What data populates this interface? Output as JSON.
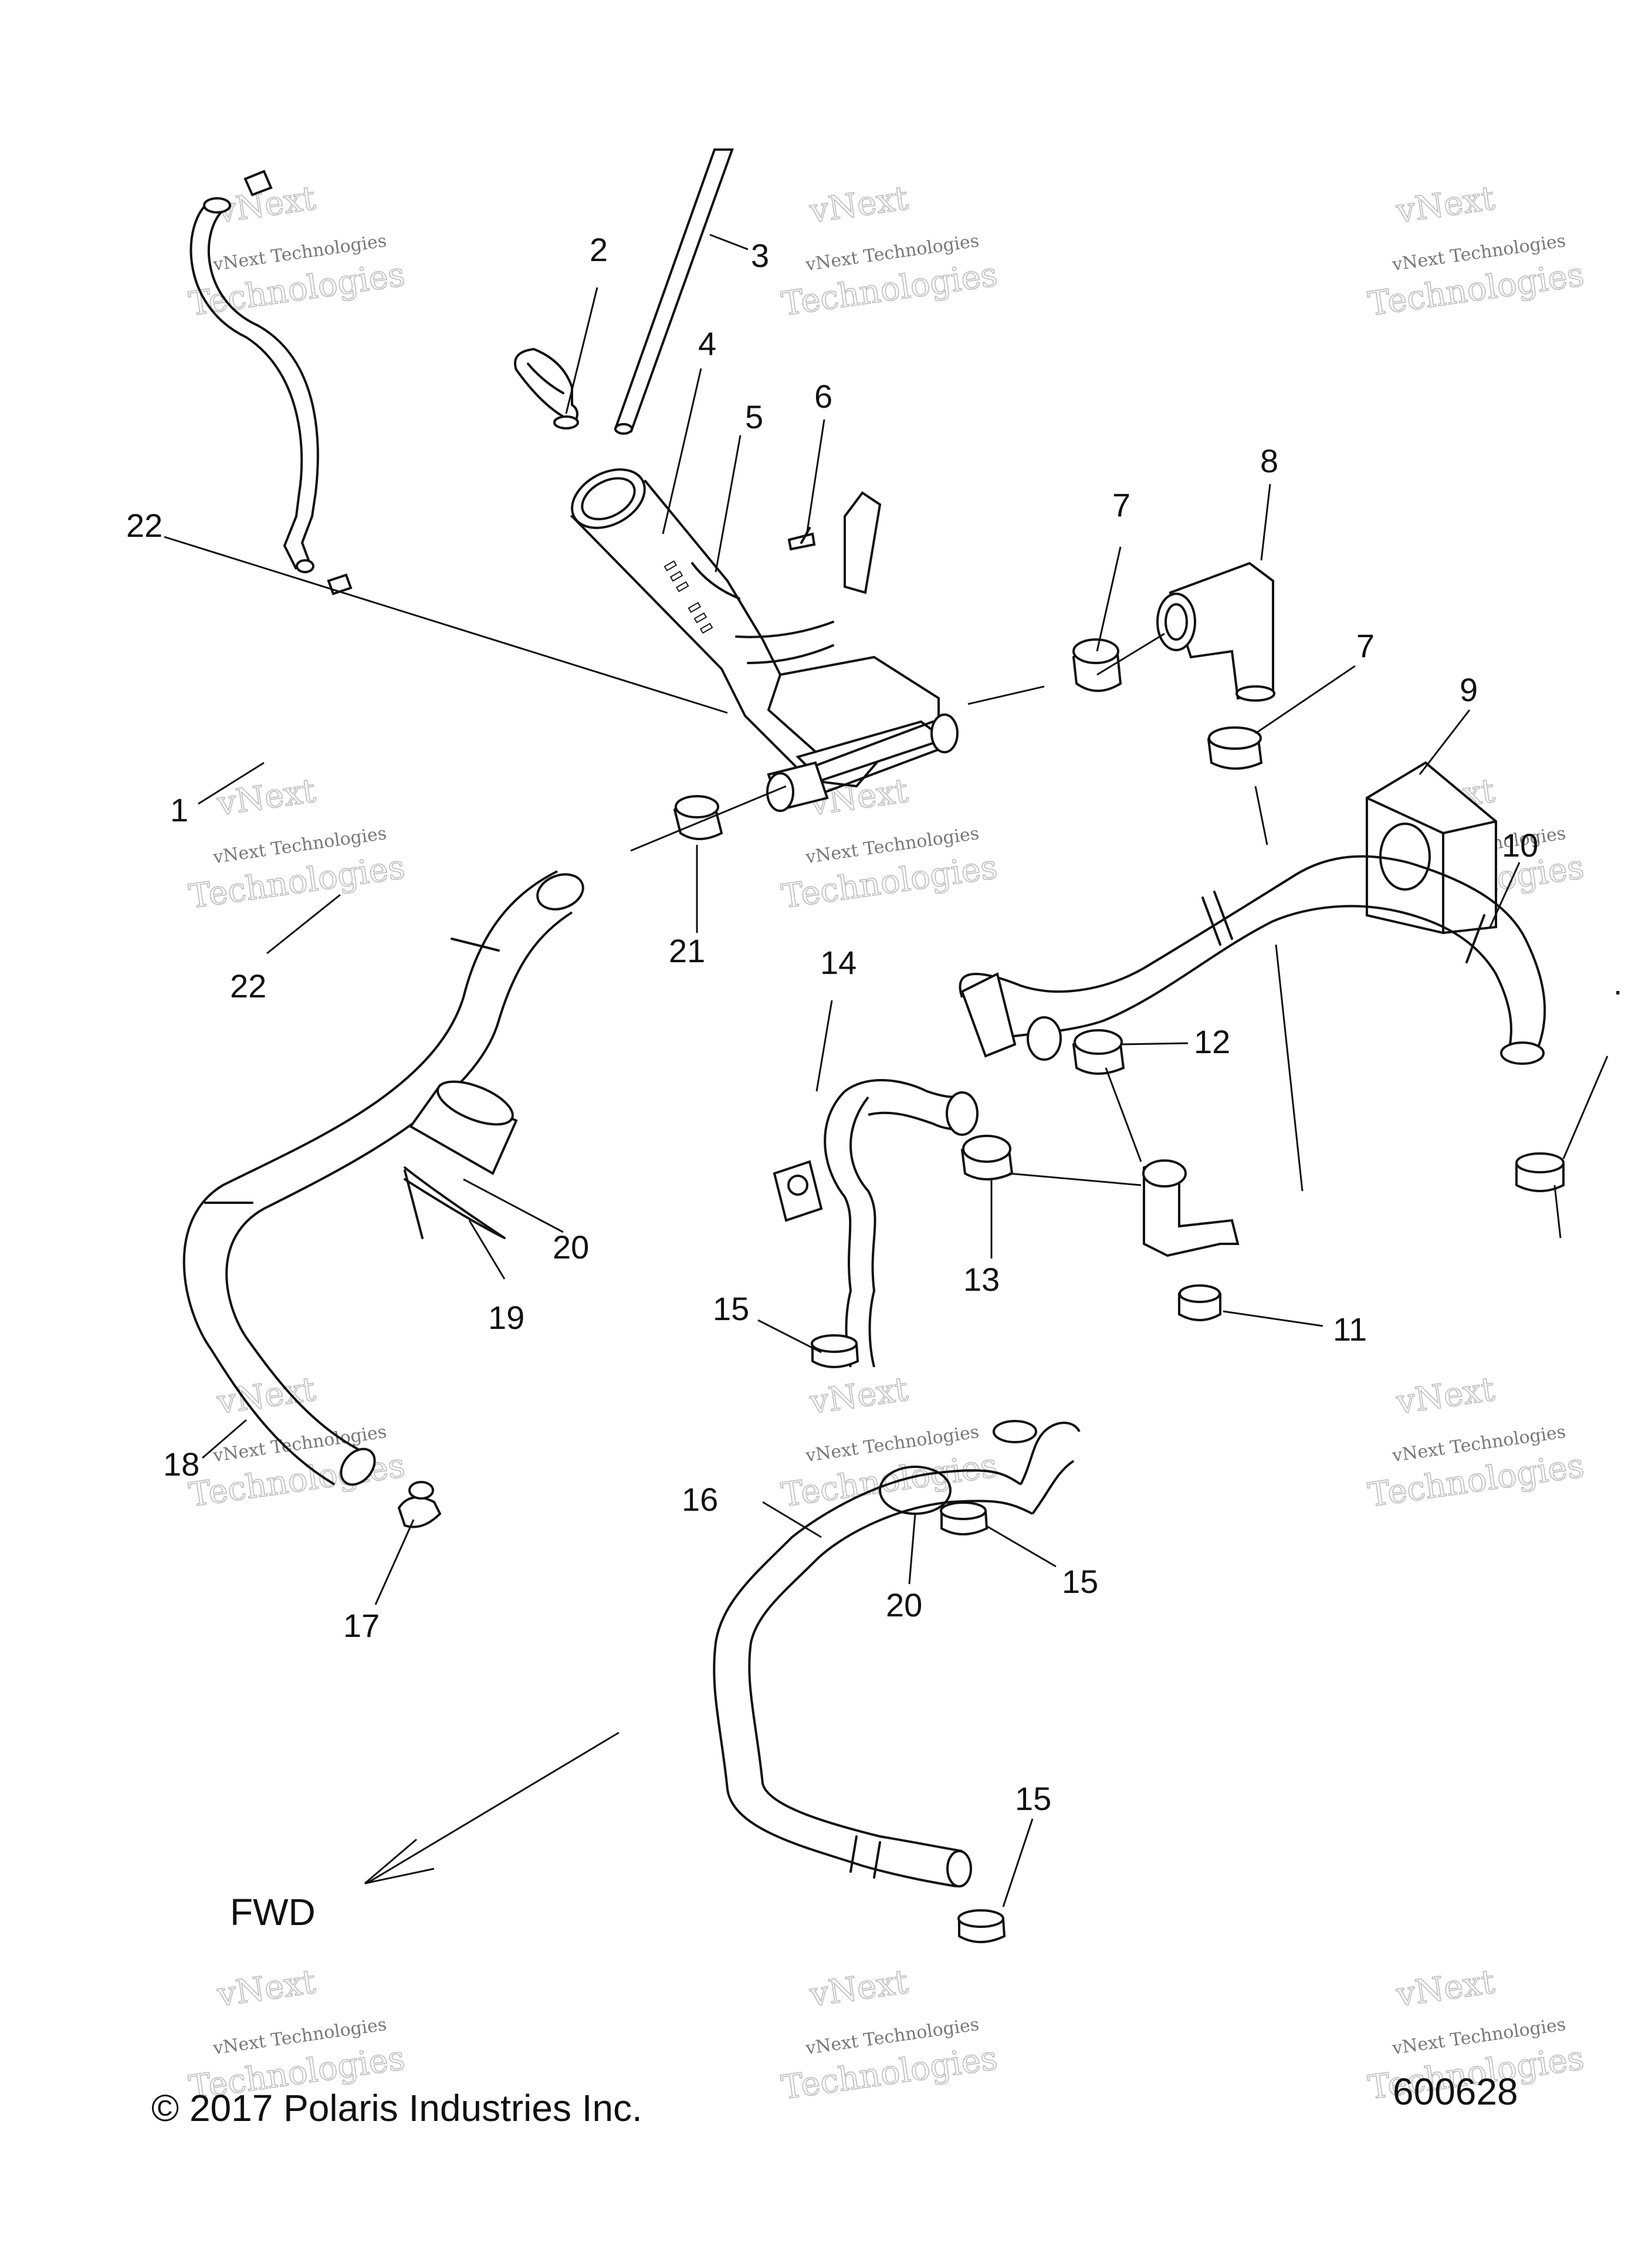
{
  "callouts": {
    "c1": "1",
    "c2": "2",
    "c3": "3",
    "c4": "4",
    "c5": "5",
    "c6": "6",
    "c7a": "7",
    "c7b": "7",
    "c8": "8",
    "c9": "9",
    "c10": "10",
    "c11": "11",
    "c12": "12",
    "c13": "13",
    "c14": "14",
    "c15a": "15",
    "c15b": "15",
    "c15c": "15",
    "c16": "16",
    "c17": "17",
    "c18": "18",
    "c19": "19",
    "c20a": "20",
    "c20b": "20",
    "c21": "21",
    "c22a": "22",
    "c22b": "22"
  },
  "stray_mark": ".",
  "watermark": {
    "line1": "vNext Technologies",
    "line2": "Technologies",
    "overlay": "vNext"
  },
  "fwd_label": "FWD",
  "copyright": "© 2017 Polaris Industries Inc.",
  "drawing_number": "600628"
}
